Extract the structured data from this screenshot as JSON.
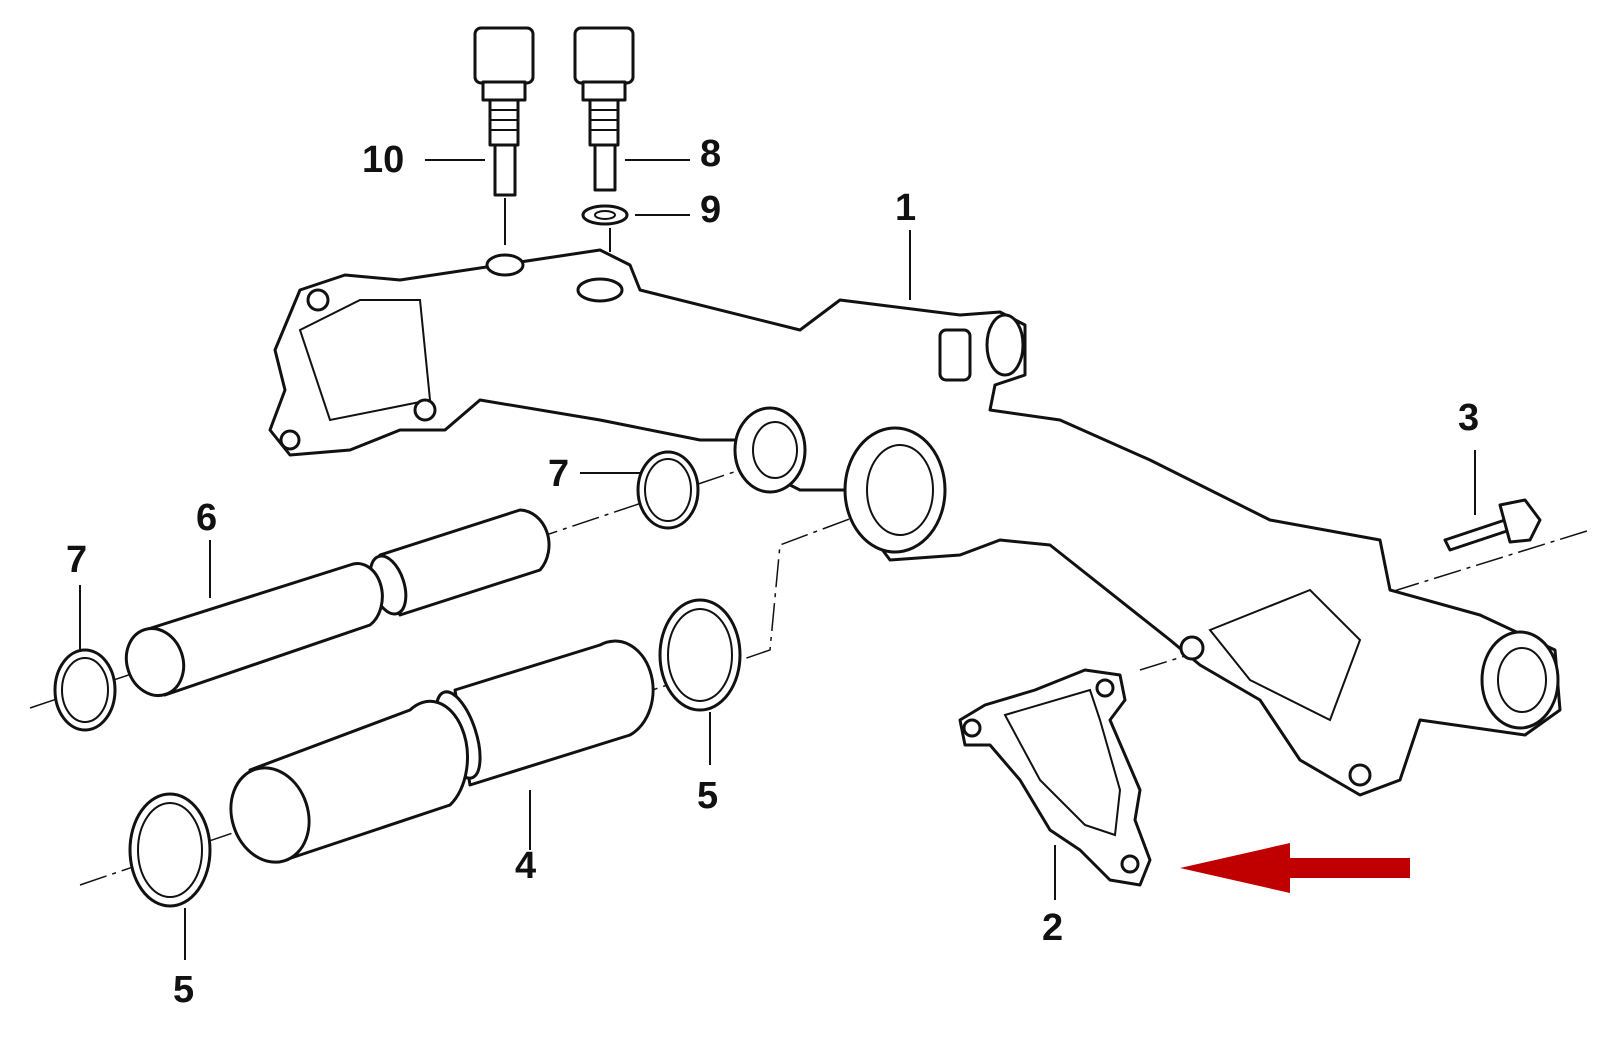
{
  "diagram": {
    "title": "Coolant manifold exploded parts diagram",
    "callouts": {
      "c10": "10",
      "c8": "8",
      "c9": "9",
      "c1": "1",
      "c3": "3",
      "c7a": "7",
      "c7b": "7",
      "c6": "6",
      "c5a": "5",
      "c5b": "5",
      "c4": "4",
      "c2": "2"
    },
    "highlight_color": "#c00000",
    "highlighted_part": "2"
  }
}
